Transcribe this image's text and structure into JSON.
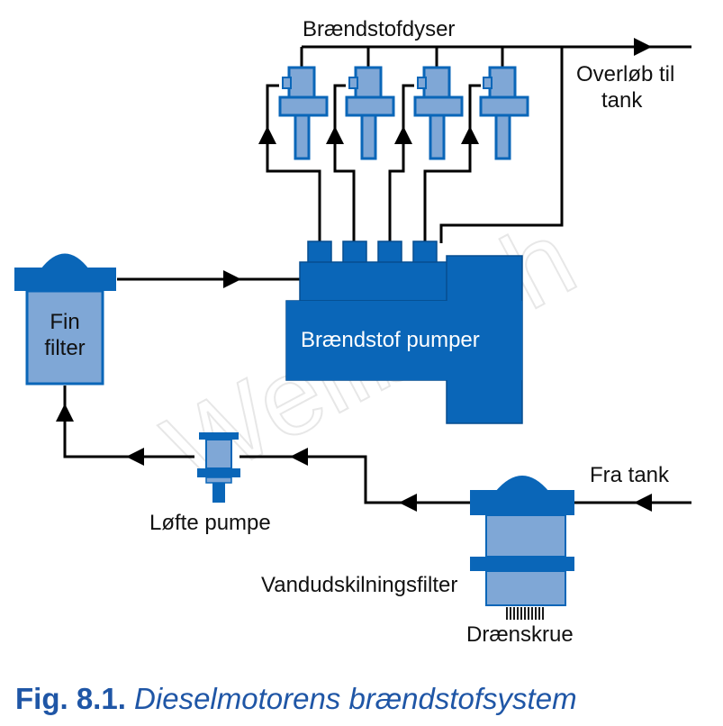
{
  "labels": {
    "injectors": "Brændstofdyser",
    "overflow_line1": "Overløb til",
    "overflow_line2": "tank",
    "fine_filter_line1": "Fin",
    "fine_filter_line2": "filter",
    "pump": "Brændstof pumper",
    "lift_pump": "Løfte pumpe",
    "from_tank": "Fra tank",
    "water_separator": "Vandudskilningsfilter",
    "drain_screw": "Drænskrue",
    "watermark": "Weilbach"
  },
  "caption": {
    "number": "Fig. 8.1.",
    "text": "Dieselmotorens brændstofsystem"
  },
  "colors": {
    "dark_blue": "#0a66b8",
    "light_blue": "#7fa7d6",
    "caption_blue": "#1f56a6",
    "line": "#000000"
  }
}
